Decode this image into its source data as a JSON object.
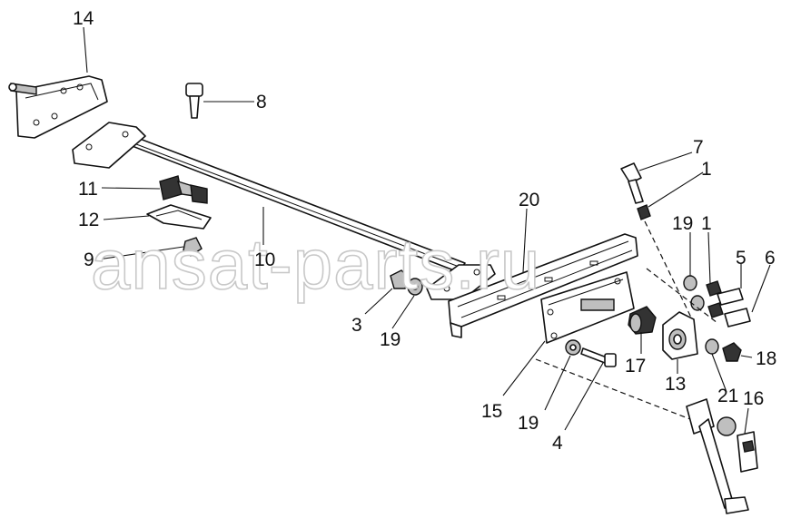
{
  "diagram": {
    "callouts": [
      "14",
      "8",
      "11",
      "12",
      "9",
      "10",
      "3",
      "19",
      "20",
      "7",
      "1",
      "19",
      "1",
      "5",
      "6",
      "18",
      "21",
      "16",
      "17",
      "13",
      "15",
      "19",
      "4"
    ]
  },
  "watermark": {
    "text": "ansat-parts.ru"
  }
}
